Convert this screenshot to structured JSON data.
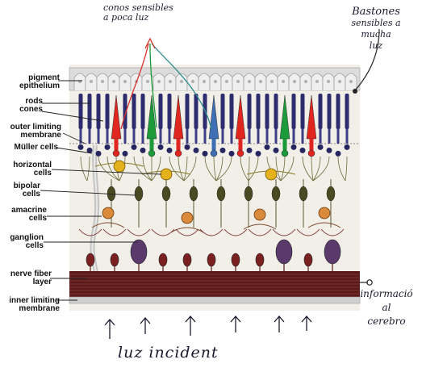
{
  "labels": {
    "pigment_epithelium": [
      "pigment",
      "epithelium"
    ],
    "rods_cones": [
      "rods",
      "cones"
    ],
    "outer_limiting_membrane": [
      "outer limiting",
      "membrane"
    ],
    "muller_cells": "Müller cells",
    "horizontal_cells": [
      "horizontal",
      "cells"
    ],
    "bipolar_cells": [
      "bipolar",
      "cells"
    ],
    "amacrine_cells": [
      "amacrine",
      "cells"
    ],
    "ganglion_cells": [
      "ganglion",
      "cells"
    ],
    "nerve_fiber_layer": [
      "nerve fiber",
      "layer"
    ],
    "inner_limiting_membrane": [
      "inner limiting",
      "membrane"
    ]
  },
  "annotations": {
    "cones_note": [
      "conos sensibles",
      "a poca luz"
    ],
    "rods_note": [
      "Bastones",
      "sensibles a",
      "mucha",
      "luz"
    ],
    "brain_note": [
      "informació",
      "al",
      "cerebro"
    ],
    "incident_light": "luz  incident"
  },
  "colors": {
    "red_cone": "#e0261f",
    "green_cone": "#1c9b3a",
    "blue_cone": "#3f6fb5",
    "rod": "#2c2c6e",
    "nerve_fiber": "#5a1a1a",
    "ganglion": "#5b3a6b",
    "horizontal": "#e4b21c",
    "amacrine": "#d98a3a"
  }
}
